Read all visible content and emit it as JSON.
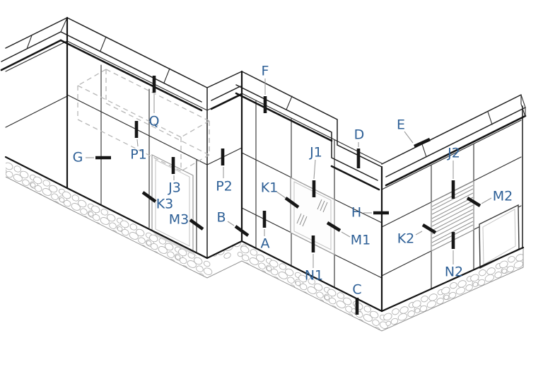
{
  "theme": {
    "label_color": "#2d5f96",
    "line_color": "#1a1a1a",
    "background": "#ffffff"
  },
  "figure": {
    "kind": "axonometric-facade-detail-key",
    "marker_style": "thick black section ticks with gray leader lines"
  },
  "annotations": [
    {
      "id": "F",
      "label": "F"
    },
    {
      "id": "Q",
      "label": "Q"
    },
    {
      "id": "G",
      "label": "G"
    },
    {
      "id": "P1",
      "label": "P1"
    },
    {
      "id": "J3",
      "label": "J3"
    },
    {
      "id": "P2",
      "label": "P2"
    },
    {
      "id": "K3",
      "label": "K3"
    },
    {
      "id": "M3",
      "label": "M3"
    },
    {
      "id": "B",
      "label": "B"
    },
    {
      "id": "A",
      "label": "A"
    },
    {
      "id": "K1",
      "label": "K1"
    },
    {
      "id": "J1",
      "label": "J1"
    },
    {
      "id": "N1",
      "label": "N1"
    },
    {
      "id": "M1",
      "label": "M1"
    },
    {
      "id": "H",
      "label": "H"
    },
    {
      "id": "D",
      "label": "D"
    },
    {
      "id": "E",
      "label": "E"
    },
    {
      "id": "J2",
      "label": "J2"
    },
    {
      "id": "M2",
      "label": "M2"
    },
    {
      "id": "K2",
      "label": "K2"
    },
    {
      "id": "N2",
      "label": "N2"
    },
    {
      "id": "C",
      "label": "C"
    }
  ]
}
